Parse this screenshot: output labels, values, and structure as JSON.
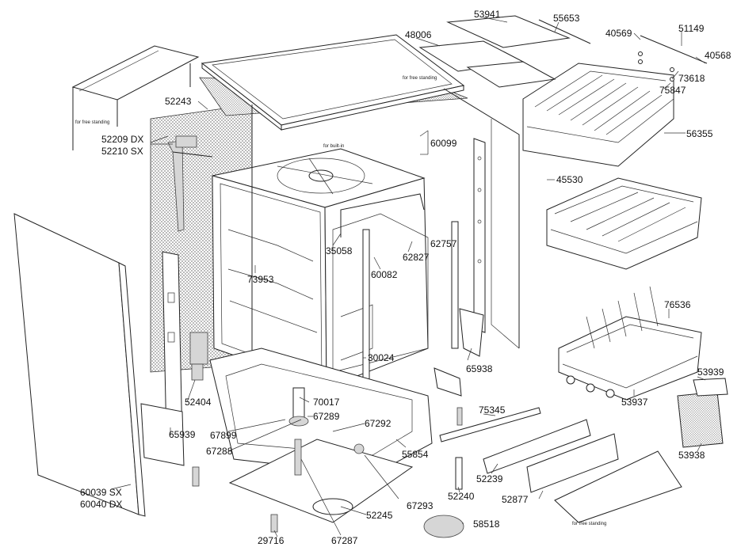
{
  "parts": {
    "p53941": "53941",
    "p55653": "55653",
    "p48006": "48006",
    "p40569": "40569",
    "p51149": "51149",
    "p40568": "40568",
    "p73618": "73618",
    "p75847": "75847",
    "p52243": "52243",
    "p52209": "52209 DX",
    "p52210": "52210 SX",
    "p60099": "60099",
    "p56355": "56355",
    "p45530": "45530",
    "p35058": "35058",
    "p62757": "62757",
    "p62827": "62827",
    "p60082": "60082",
    "p73953": "73953",
    "p76536": "76536",
    "p30024": "30024",
    "p65938": "65938",
    "p70017": "70017",
    "p52404": "52404",
    "p67289": "67289",
    "p67292": "67292",
    "p75345": "75345",
    "p53937": "53937",
    "p53939": "53939",
    "p53938": "53938",
    "p65939": "65939",
    "p67899": "67899",
    "p67288": "67288",
    "p55854": "55854",
    "p52239": "52239",
    "p67293": "67293",
    "p52240": "52240",
    "p52877": "52877",
    "p60039": "60039 SX",
    "p60040": "60040 DX",
    "p52245": "52245",
    "p58518": "58518",
    "p29716": "29716",
    "p67287": "67287"
  },
  "notes": {
    "free_standing_1": "for free standing",
    "free_standing_2": "for free standing",
    "free_standing_3": "for free standing",
    "built_in": "for built-in"
  }
}
